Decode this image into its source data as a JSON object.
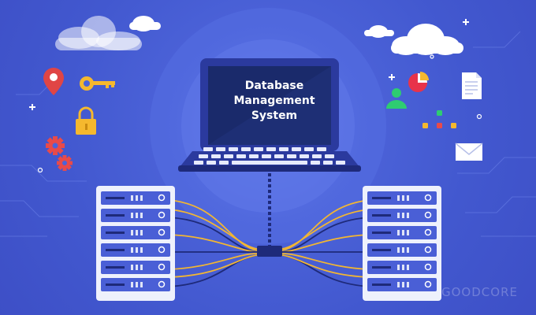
{
  "screen": {
    "title_line1": "Database",
    "title_line2": "Management",
    "title_line3": "System"
  },
  "watermark": "GOODCORE",
  "colors": {
    "background": "#4258cf",
    "laptop_body": "#2b3a9e",
    "laptop_screen": "#1a2a6b",
    "server_panel": "#4a5fd6",
    "cable_yellow": "#f2b632",
    "cable_navy": "#1e2a7a",
    "pin_red": "#e04545",
    "key_yellow": "#f5b82e",
    "lock_yellow": "#f5b82e",
    "gear_red": "#e84a4a",
    "user_green": "#2ecc71",
    "pie_red": "#e8334a"
  },
  "icons": [
    "cloud-icon",
    "location-pin-icon",
    "key-icon",
    "lock-icon",
    "gear-icon",
    "user-icon",
    "pie-chart-icon",
    "document-icon",
    "grid-dots-icon",
    "envelope-icon",
    "server-rack-icon",
    "laptop-icon"
  ]
}
